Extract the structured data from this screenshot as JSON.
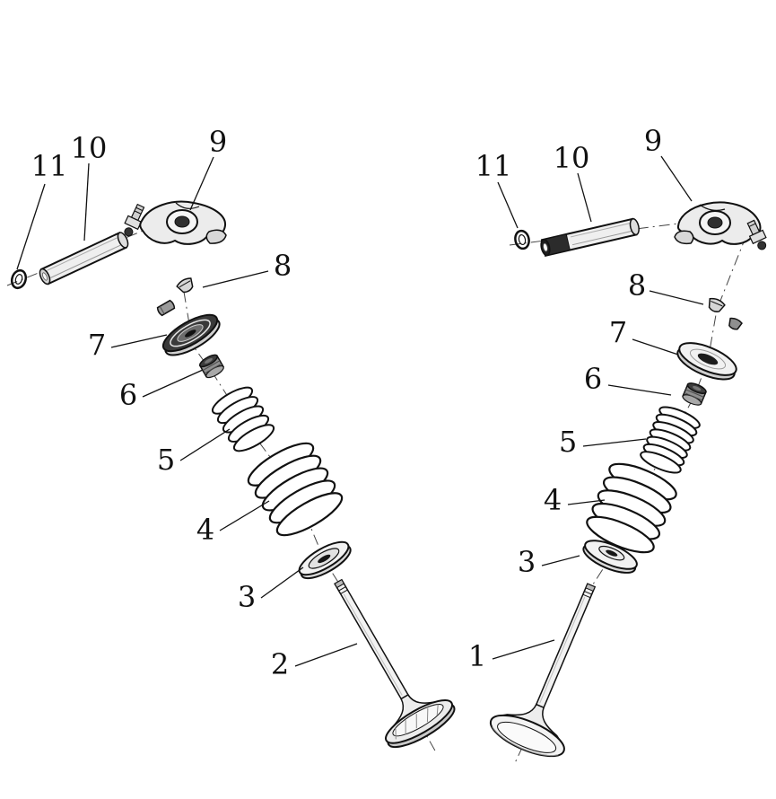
{
  "diagram": {
    "background_color": "#ffffff",
    "ink_color": "#111111",
    "left_assembly": {
      "callouts": [
        {
          "label": "11"
        },
        {
          "label": "10"
        },
        {
          "label": "9"
        },
        {
          "label": "8"
        },
        {
          "label": "7"
        },
        {
          "label": "6"
        },
        {
          "label": "5"
        },
        {
          "label": "4"
        },
        {
          "label": "3"
        },
        {
          "label": "2"
        }
      ]
    },
    "right_assembly": {
      "callouts": [
        {
          "label": "11"
        },
        {
          "label": "10"
        },
        {
          "label": "9"
        },
        {
          "label": "8"
        },
        {
          "label": "7"
        },
        {
          "label": "6"
        },
        {
          "label": "5"
        },
        {
          "label": "4"
        },
        {
          "label": "3"
        },
        {
          "label": "1"
        }
      ]
    }
  }
}
